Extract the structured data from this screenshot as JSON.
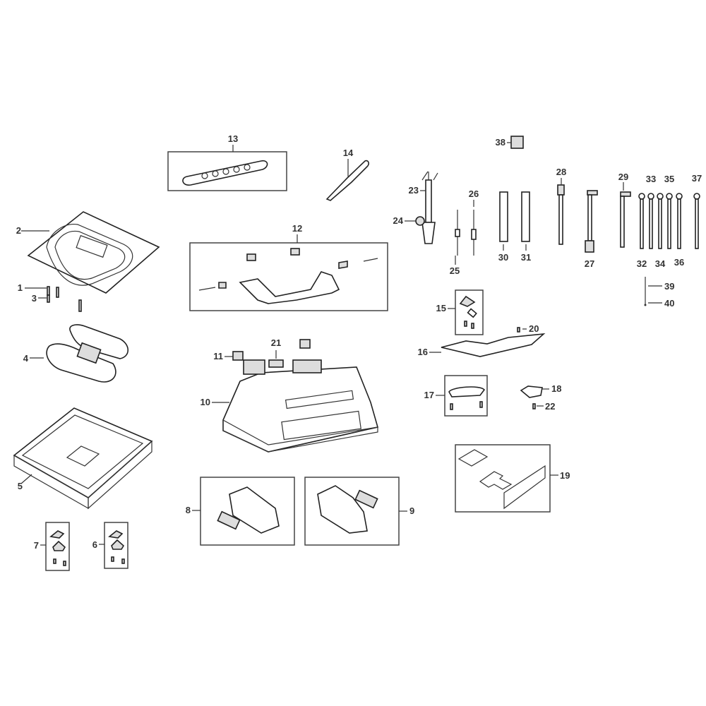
{
  "diagram": {
    "type": "exploded-parts-diagram",
    "callouts": [
      {
        "id": "1",
        "label": "1"
      },
      {
        "id": "2",
        "label": "2"
      },
      {
        "id": "3",
        "label": "3"
      },
      {
        "id": "4",
        "label": "4"
      },
      {
        "id": "5",
        "label": "5"
      },
      {
        "id": "6",
        "label": "6"
      },
      {
        "id": "7",
        "label": "7"
      },
      {
        "id": "8",
        "label": "8"
      },
      {
        "id": "9",
        "label": "9"
      },
      {
        "id": "10",
        "label": "10"
      },
      {
        "id": "11",
        "label": "11"
      },
      {
        "id": "12",
        "label": "12"
      },
      {
        "id": "13",
        "label": "13"
      },
      {
        "id": "14",
        "label": "14"
      },
      {
        "id": "15",
        "label": "15"
      },
      {
        "id": "16",
        "label": "16"
      },
      {
        "id": "17",
        "label": "17"
      },
      {
        "id": "18",
        "label": "18"
      },
      {
        "id": "19",
        "label": "19"
      },
      {
        "id": "20",
        "label": "20"
      },
      {
        "id": "21",
        "label": "21"
      },
      {
        "id": "22",
        "label": "22"
      },
      {
        "id": "23",
        "label": "23"
      },
      {
        "id": "24",
        "label": "24"
      },
      {
        "id": "25",
        "label": "25"
      },
      {
        "id": "26",
        "label": "26"
      },
      {
        "id": "27",
        "label": "27"
      },
      {
        "id": "28",
        "label": "28"
      },
      {
        "id": "29",
        "label": "29"
      },
      {
        "id": "30",
        "label": "30"
      },
      {
        "id": "31",
        "label": "31"
      },
      {
        "id": "32",
        "label": "32"
      },
      {
        "id": "33",
        "label": "33"
      },
      {
        "id": "34",
        "label": "34"
      },
      {
        "id": "35",
        "label": "35"
      },
      {
        "id": "36",
        "label": "36"
      },
      {
        "id": "37",
        "label": "37"
      },
      {
        "id": "38",
        "label": "38"
      },
      {
        "id": "39",
        "label": "39"
      },
      {
        "id": "40",
        "label": "40"
      }
    ]
  }
}
